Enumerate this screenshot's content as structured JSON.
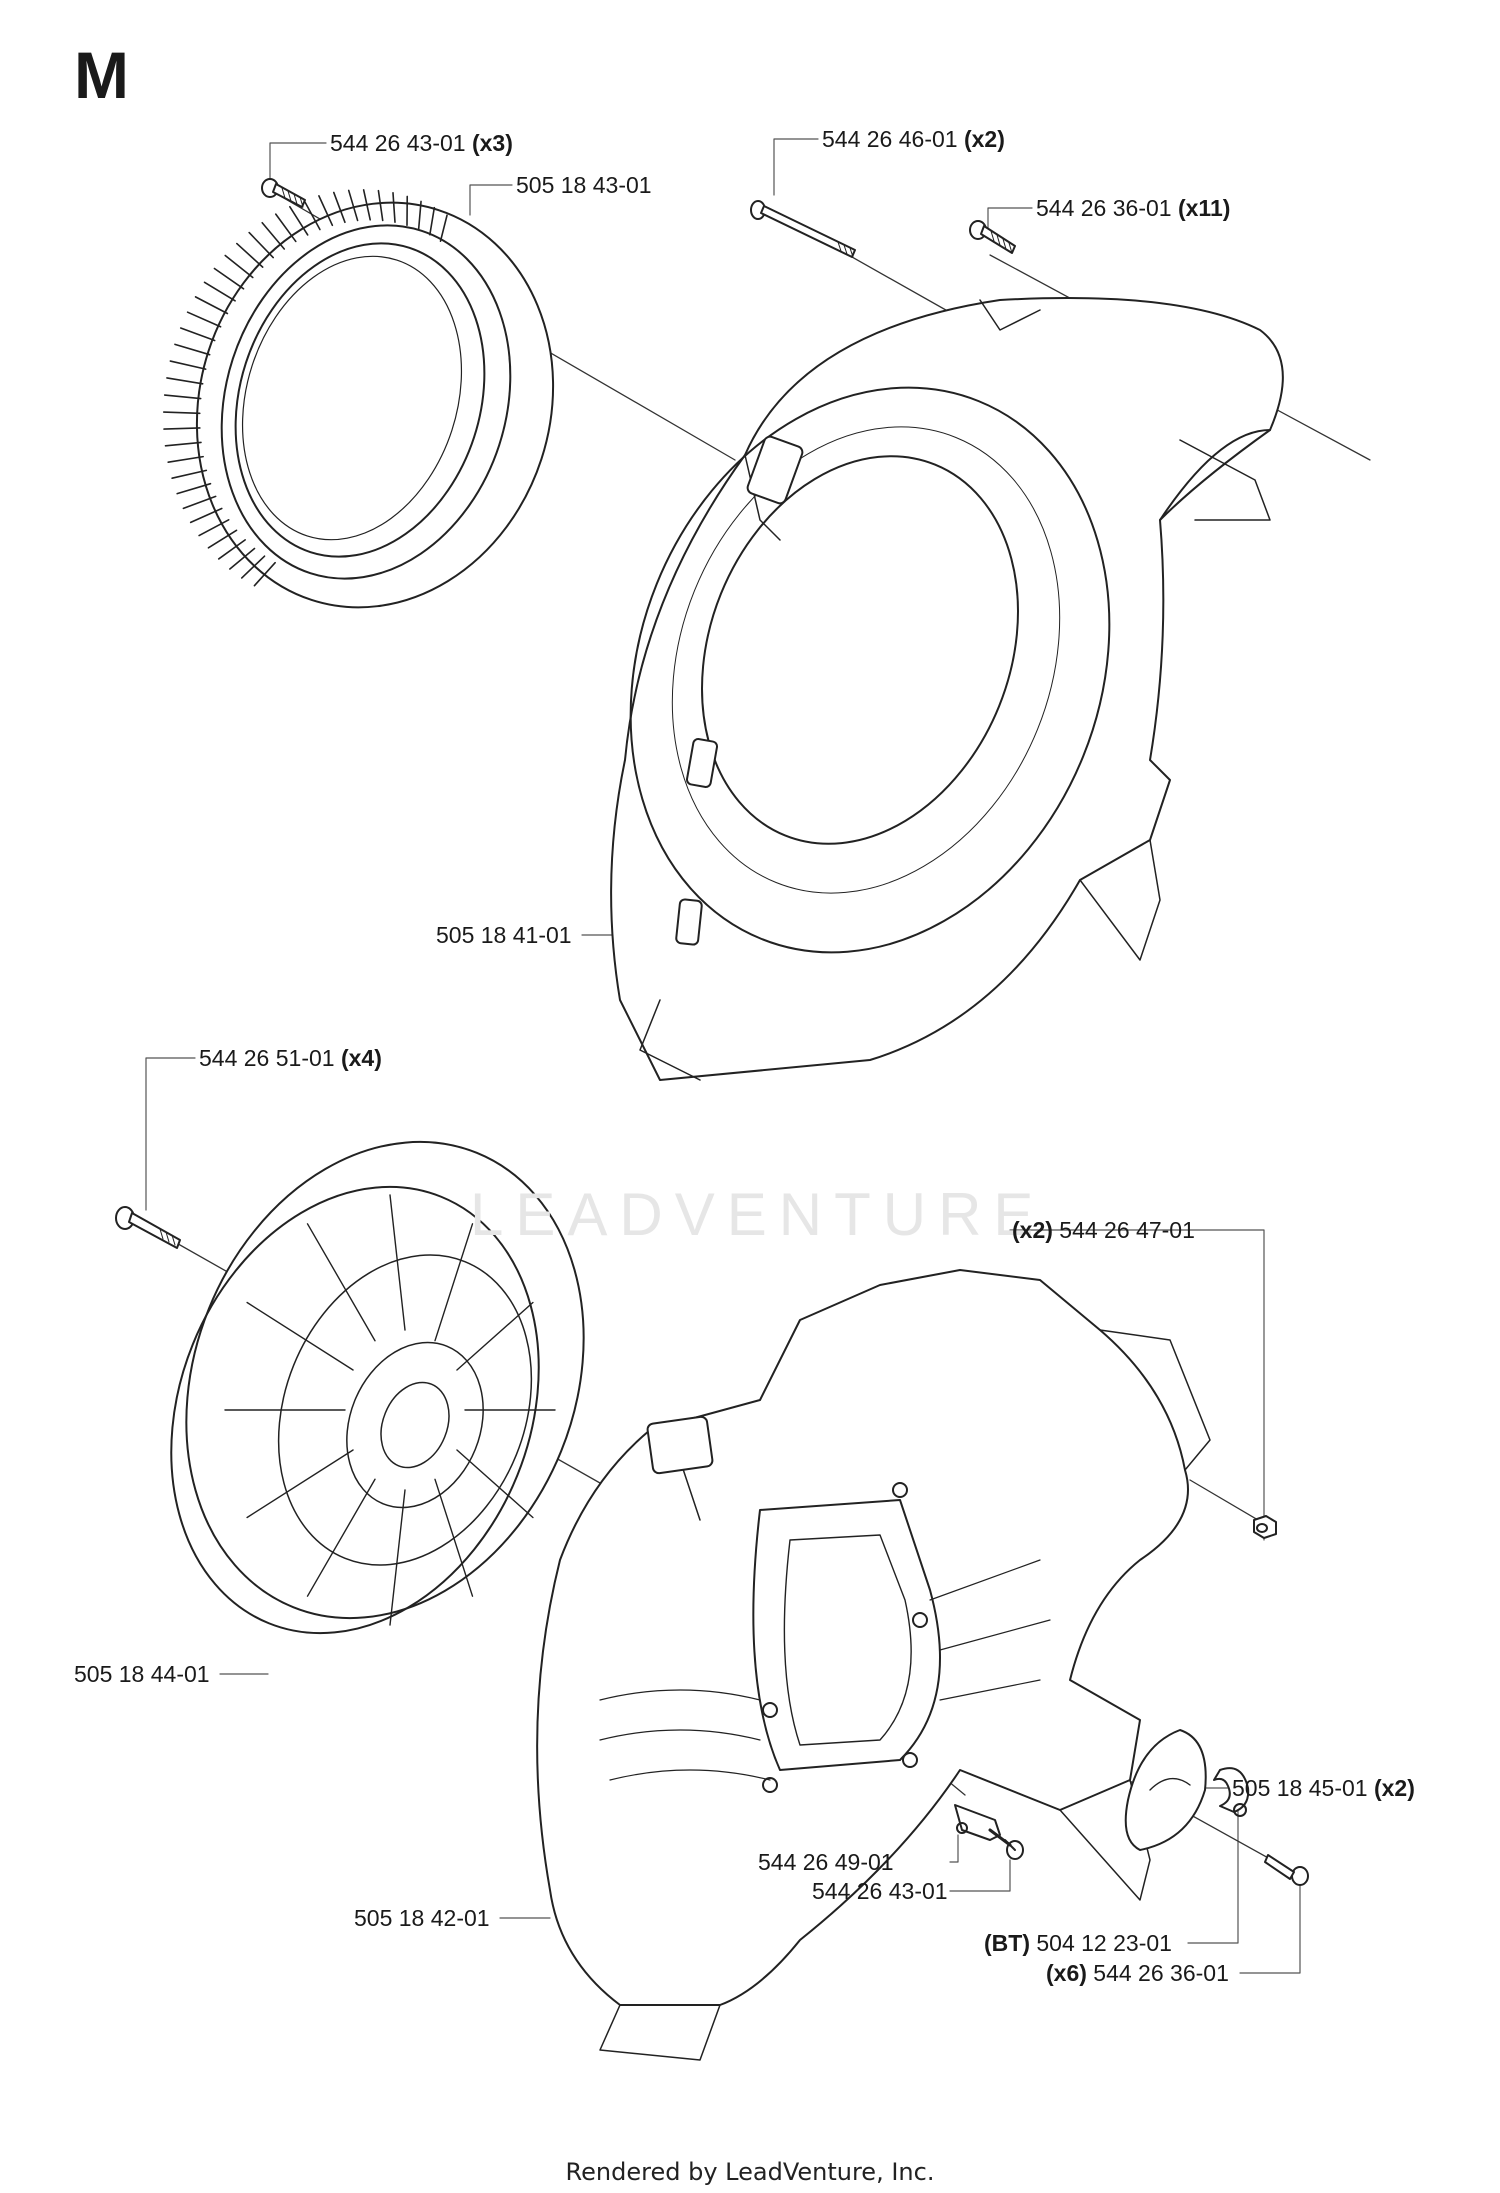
{
  "section_letter": "M",
  "watermark": "LEADVENTURE",
  "footer": "Rendered by LeadVenture, Inc.",
  "callouts": [
    {
      "id": "c1",
      "prefix": "",
      "part": "544 26 43-01",
      "qty": "(x3)"
    },
    {
      "id": "c2",
      "prefix": "",
      "part": "505 18 43-01",
      "qty": ""
    },
    {
      "id": "c3",
      "prefix": "",
      "part": "544 26 46-01",
      "qty": "(x2)"
    },
    {
      "id": "c4",
      "prefix": "",
      "part": "544 26 36-01",
      "qty": "(x11)"
    },
    {
      "id": "c5",
      "prefix": "",
      "part": "505 18 41-01",
      "qty": ""
    },
    {
      "id": "c6",
      "prefix": "",
      "part": "544 26 51-01",
      "qty": "(x4)"
    },
    {
      "id": "c7",
      "prefix": "(x2)",
      "part": "544 26 47-01",
      "qty": ""
    },
    {
      "id": "c8",
      "prefix": "",
      "part": "505 18 44-01",
      "qty": ""
    },
    {
      "id": "c9",
      "prefix": "",
      "part": "505 18 45-01",
      "qty": "(x2)"
    },
    {
      "id": "c10",
      "prefix": "",
      "part": "544 26 49-01",
      "qty": ""
    },
    {
      "id": "c11",
      "prefix": "",
      "part": "544 26 43-01",
      "qty": ""
    },
    {
      "id": "c12",
      "prefix": "",
      "part": "505 18 42-01",
      "qty": ""
    },
    {
      "id": "c13",
      "prefix": "(BT)",
      "part": "504 12 23-01",
      "qty": ""
    },
    {
      "id": "c14",
      "prefix": "(x6)",
      "part": "544 26 36-01",
      "qty": ""
    }
  ]
}
